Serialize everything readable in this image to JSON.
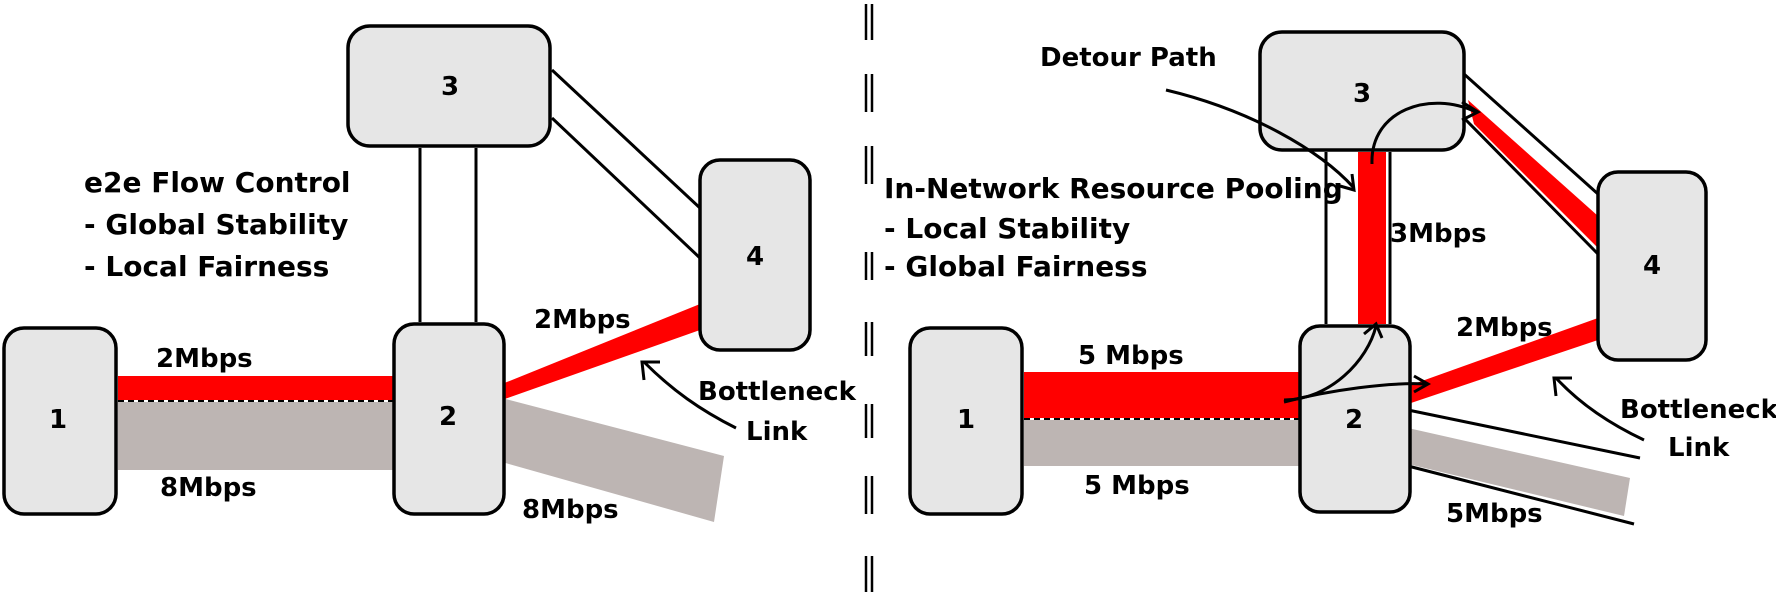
{
  "colors": {
    "flow_red": "#ff0000",
    "flow_gray": "#bdb5b3",
    "node_fill": "#e6e6e6",
    "stroke": "#000000"
  },
  "left_panel": {
    "nodes": {
      "n1": "1",
      "n2": "2",
      "n3": "3",
      "n4": "4"
    },
    "title": "e2e Flow Control",
    "bullet1": "- Global Stability",
    "bullet2": "- Local Fairness",
    "rate_1_2_red": "2Mbps",
    "rate_1_2_gray": "8Mbps",
    "rate_2_4_red": "2Mbps",
    "rate_2_gray": "8Mbps",
    "bottleneck_line1": "Bottleneck",
    "bottleneck_line2": "Link"
  },
  "right_panel": {
    "nodes": {
      "n1": "1",
      "n2": "2",
      "n3": "3",
      "n4": "4"
    },
    "title": "In-Network Resource Pooling",
    "bullet1": "- Local Stability",
    "bullet2": "- Global Fairness",
    "detour_label": "Detour Path",
    "rate_1_2_red": "5 Mbps",
    "rate_1_2_gray": "5 Mbps",
    "rate_2_3_red": "3Mbps",
    "rate_2_4_red": "2Mbps",
    "rate_2_gray": "5Mbps",
    "bottleneck_line1": "Bottleneck",
    "bottleneck_line2": "Link"
  }
}
